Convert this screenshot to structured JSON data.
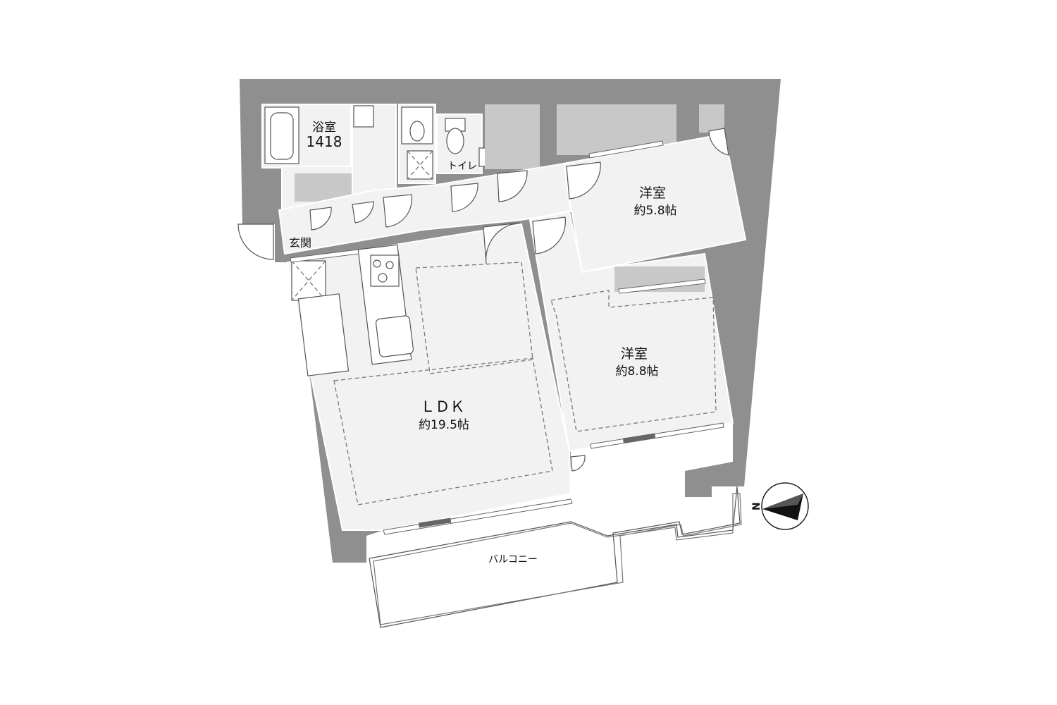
{
  "rooms": {
    "bath": {
      "name": "浴室",
      "size": "1418"
    },
    "toilet": {
      "name": "トイレ"
    },
    "entrance": {
      "name": "玄関"
    },
    "western1": {
      "name": "洋室",
      "area": "約5.8帖"
    },
    "western2": {
      "name": "洋室",
      "area": "約8.8帖"
    },
    "ldk": {
      "name": "ＬＤＫ",
      "area": "約19.5帖"
    },
    "balcony": {
      "name": "バルコニー"
    }
  },
  "compass": {
    "letter": "N",
    "icon": "north-arrow-icon"
  },
  "colors": {
    "wall": "#8f8f8f",
    "floor": "#f2f2f2",
    "storage": "#c8c8c8"
  }
}
